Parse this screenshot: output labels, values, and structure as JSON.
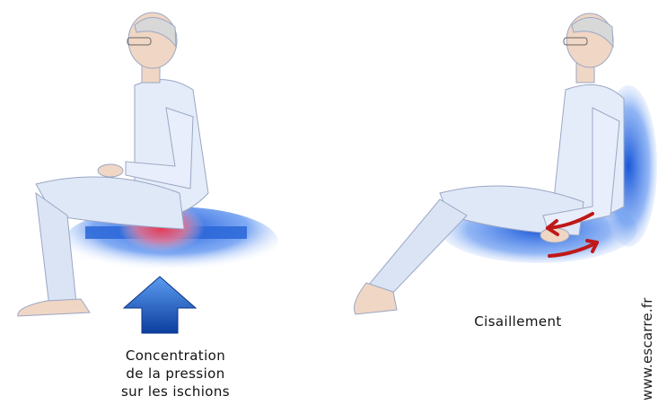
{
  "left": {
    "caption_lines": [
      "Concentration",
      "de la pression",
      "sur les ischions"
    ],
    "arrow_icon": "arrow-up-icon",
    "pressure_color": "#e8334a"
  },
  "right": {
    "caption": "Cisaillement",
    "arrow_icon": "curved-arrows-icon",
    "arrow_color": "#c01818"
  },
  "watermark": "www.escarre.fr",
  "colors": {
    "cushion_blue": "#1f5fd6",
    "skin": "#f0d6c4",
    "clothing": "#e4ecf9"
  }
}
